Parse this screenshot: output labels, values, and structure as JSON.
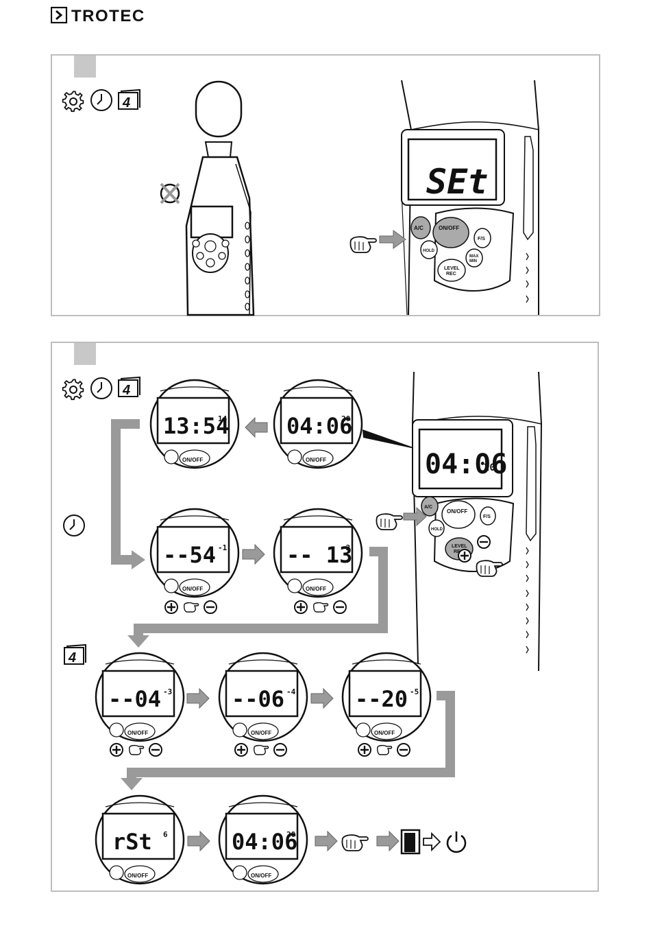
{
  "brand": {
    "name": "TROTEC"
  },
  "panel1": {
    "device_display": "SEt",
    "buttons": {
      "ac": "A/C",
      "onoff": "ON/OFF",
      "fs": "F/S",
      "hold": "HOLD",
      "maxmin_top": "MAX",
      "maxmin_bottom": "MIN",
      "level_top": "LEVEL",
      "level_bottom": "REC"
    }
  },
  "panel2": {
    "device_display": {
      "main": "04:06",
      "sup": "20"
    },
    "buttons": {
      "ac": "A/C",
      "onoff": "ON/OFF",
      "fs": "F/S",
      "hold": "HOLD",
      "level_top": "LEVEL",
      "level_bottom": "REC"
    },
    "steps": [
      {
        "main": "13:54",
        "sup": "14"
      },
      {
        "main": "04:06",
        "sup": "20"
      },
      {
        "main": "--54",
        "sup": "-1"
      },
      {
        "main": "-- 13",
        "sup": "-2"
      },
      {
        "main": "--04",
        "sup": "-3"
      },
      {
        "main": "--06",
        "sup": "-4"
      },
      {
        "main": "--20",
        "sup": "-5"
      },
      {
        "main": "rSt",
        "sup": "6"
      },
      {
        "main": "04:06",
        "sup": "20"
      }
    ],
    "onoff_label": "ON/OFF"
  },
  "icons": [
    "gear-icon",
    "clock-icon",
    "calendar-icon",
    "power-off-icon",
    "pointing-hand-icon",
    "plus-icon",
    "minus-icon",
    "exit-door-icon",
    "power-icon"
  ],
  "calendar_digit": "4",
  "colors": {
    "panel_border": "#bdbdbd",
    "tab": "#c8c8c8",
    "arrow": "#9a9a9a",
    "line": "#111111"
  }
}
